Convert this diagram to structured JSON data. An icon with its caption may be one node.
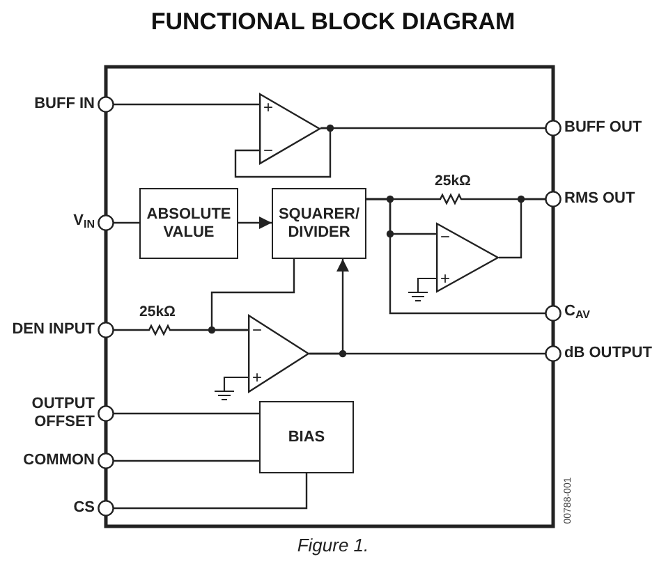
{
  "diagram": {
    "title": "FUNCTIONAL BLOCK DIAGRAM",
    "caption": "Figure 1.",
    "nodes": [
      {
        "text": [
          "BUFF IN"
        ]
      },
      {
        "text": [
          "BUFF OUT"
        ]
      },
      {
        "text": [
          "V$_{IN}$"
        ]
      },
      {
        "text": [
          "ABSOLUTE VALUE"
        ]
      },
      {
        "text": [
          "SQUARER/ DIVIDER"
        ]
      },
      {
        "text": [
          "RMS OUT"
        ]
      },
      {
        "text": [
          "C$_{AV}$"
        ]
      },
      {
        "text": [
          "DEN INPUT"
        ]
      },
      {
        "text": [
          "dB OUTPUT"
        ]
      },
      {
        "text": [
          "OUTPUT OFFSET"
        ]
      },
      {
        "text": [
          "COMMON"
        ]
      },
      {
        "text": [
          "BIAS"
        ]
      },
      {
        "text": [
          "CS"
        ]
      },
      {
        "text": [
          "+",
          "−"
        ]
      },
      {
        "text": [
          "−",
          "+"
        ]
      },
      {
        "text": [
          "−",
          "+"
        ]
      }
    ],
    "edges": [
      {
        "from": 0,
        "to": 13,
        "arrow": "none"
      },
      {
        "from": 13,
        "to": 1,
        "arrow": "none"
      },
      {
        "from": 13,
        "to": 13,
        "arrow": "none"
      },
      {
        "from": 2,
        "to": 3,
        "arrow": "none"
      },
      {
        "from": 3,
        "to": 4,
        "arrow": "to"
      },
      {
        "from": 4,
        "to": 5,
        "arrow": "none",
        "label": "25kΩ"
      },
      {
        "from": 4,
        "to": 14,
        "arrow": "none"
      },
      {
        "from": 14,
        "to": 5,
        "arrow": "none"
      },
      {
        "from": 4,
        "to": 6,
        "arrow": "none"
      },
      {
        "from": 4,
        "to": 15,
        "arrow": "none"
      },
      {
        "from": 7,
        "to": 15,
        "arrow": "none",
        "label": "25kΩ"
      },
      {
        "from": 15,
        "to": 4,
        "arrow": "to"
      },
      {
        "from": 15,
        "to": 8,
        "arrow": "none"
      },
      {
        "from": 9,
        "to": 11,
        "arrow": "none"
      },
      {
        "from": 10,
        "to": 11,
        "arrow": "none"
      },
      {
        "from": 11,
        "to": 12,
        "arrow": "none"
      }
    ],
    "labels": [
      "00788-001"
    ]
  }
}
